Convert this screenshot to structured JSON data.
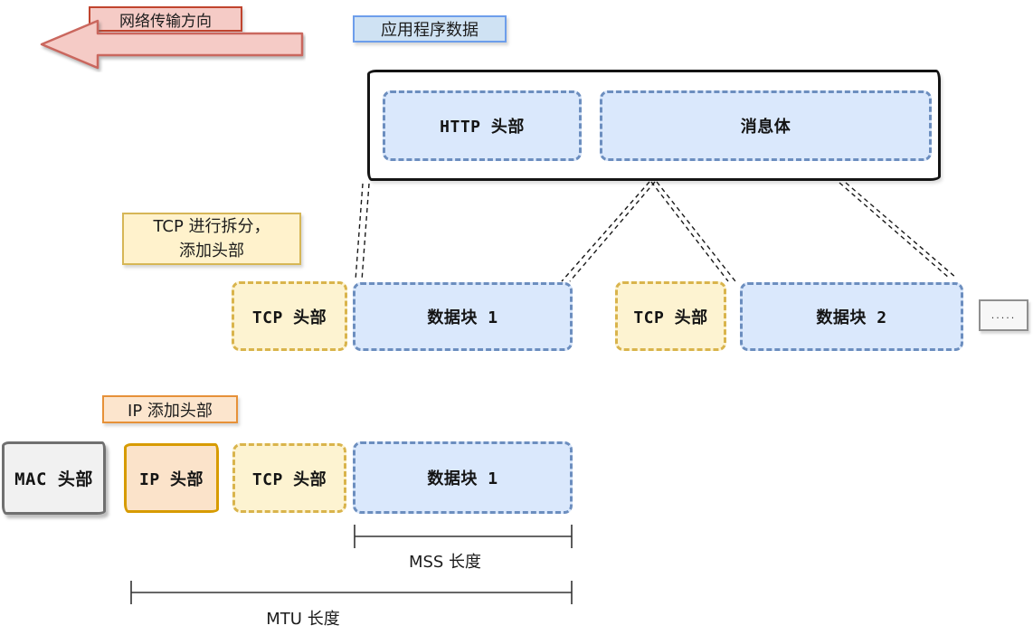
{
  "colors": {
    "pink_fill": "#f5cbc6",
    "pink_border": "#ca675e",
    "red_label_border": "#c0442e",
    "blue_fill": "#dae8fc",
    "blue_border": "#6c8ebf",
    "blue_label_fill": "#cfe2f3",
    "blue_label_border": "#6d9eeb",
    "yellow_fill": "#fdf3d1",
    "yellow_border": "#d9b44c",
    "yellow_label_fill": "#fff2cc",
    "yellow_label_border": "#d6b656",
    "orange_fill": "#fbe3ca",
    "orange_border": "#d79b00",
    "orange_label_fill": "#fce5cd",
    "orange_label_border": "#e69138",
    "gray_fill": "#f1f1f1",
    "gray_border": "#707070",
    "outline_black": "#141414",
    "connector_black": "#1a1a1a"
  },
  "header": {
    "direction_label": "网络传输方向",
    "app_data_label": "应用程序数据"
  },
  "app_layer": {
    "http_header": "HTTP 头部",
    "message_body": "消息体"
  },
  "tcp_layer": {
    "step_label_line1": "TCP 进行拆分，",
    "step_label_line2": "添加头部",
    "segments": [
      {
        "header": "TCP 头部",
        "data": "数据块 1"
      },
      {
        "header": "TCP 头部",
        "data": "数据块 2"
      }
    ],
    "ellipsis": "....."
  },
  "ip_layer": {
    "step_label": "IP 添加头部",
    "frame": {
      "mac_header": "MAC 头部",
      "ip_header": "IP 头部",
      "tcp_header": "TCP 头部",
      "data_block": "数据块 1"
    }
  },
  "measures": {
    "mss_label": "MSS 长度",
    "mtu_label": "MTU 长度"
  }
}
